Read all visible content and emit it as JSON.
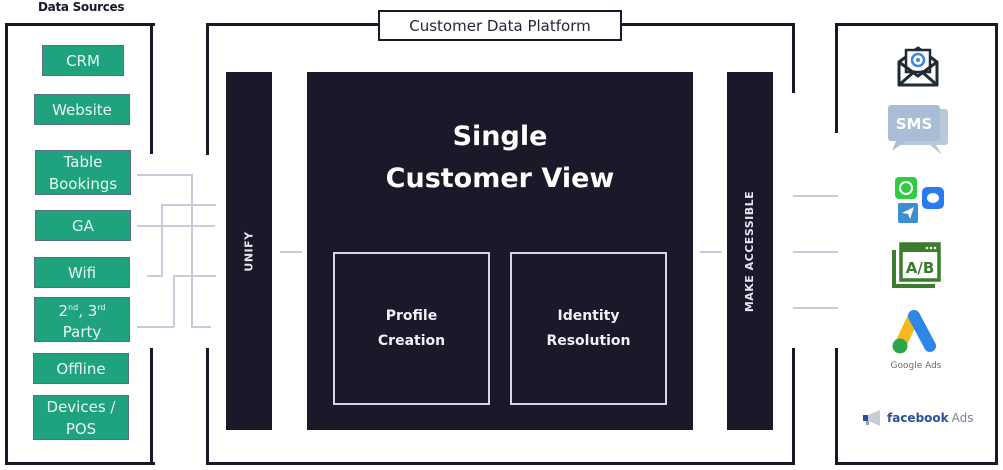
{
  "data_sources": {
    "title": "Data Sources",
    "items": [
      {
        "label": "CRM"
      },
      {
        "label": "Website"
      },
      {
        "label": "Table Bookings"
      },
      {
        "label": "GA"
      },
      {
        "label": "Wifi"
      },
      {
        "label": "2nd, 3rd Party"
      },
      {
        "label": "Offline"
      },
      {
        "label": "Devices / POS"
      }
    ]
  },
  "platform": {
    "title": "Customer Data Platform",
    "unify_label": "UNIFY",
    "make_accessible_label": "MAKE ACCESSIBLE",
    "core": {
      "title_line1": "Single",
      "title_line2": "Customer View",
      "components": [
        {
          "line1": "Profile",
          "line2": "Creation"
        },
        {
          "line1": "Identity",
          "line2": "Resolution"
        }
      ]
    }
  },
  "channels": {
    "items": [
      {
        "icon": "email-icon"
      },
      {
        "icon": "sms-icon",
        "label": "SMS"
      },
      {
        "icon": "messaging-apps-icon"
      },
      {
        "icon": "ab-testing-icon",
        "label": "A/B"
      },
      {
        "icon": "google-ads-icon",
        "label": "Google Ads"
      },
      {
        "icon": "facebook-ads-icon",
        "label_brand": "facebook",
        "label_suffix": "Ads"
      }
    ]
  },
  "colors": {
    "source_box": "#1fa37e",
    "dark_panel": "#1c1729",
    "frame": "#1b1628",
    "connector": "#c8cbd9"
  }
}
